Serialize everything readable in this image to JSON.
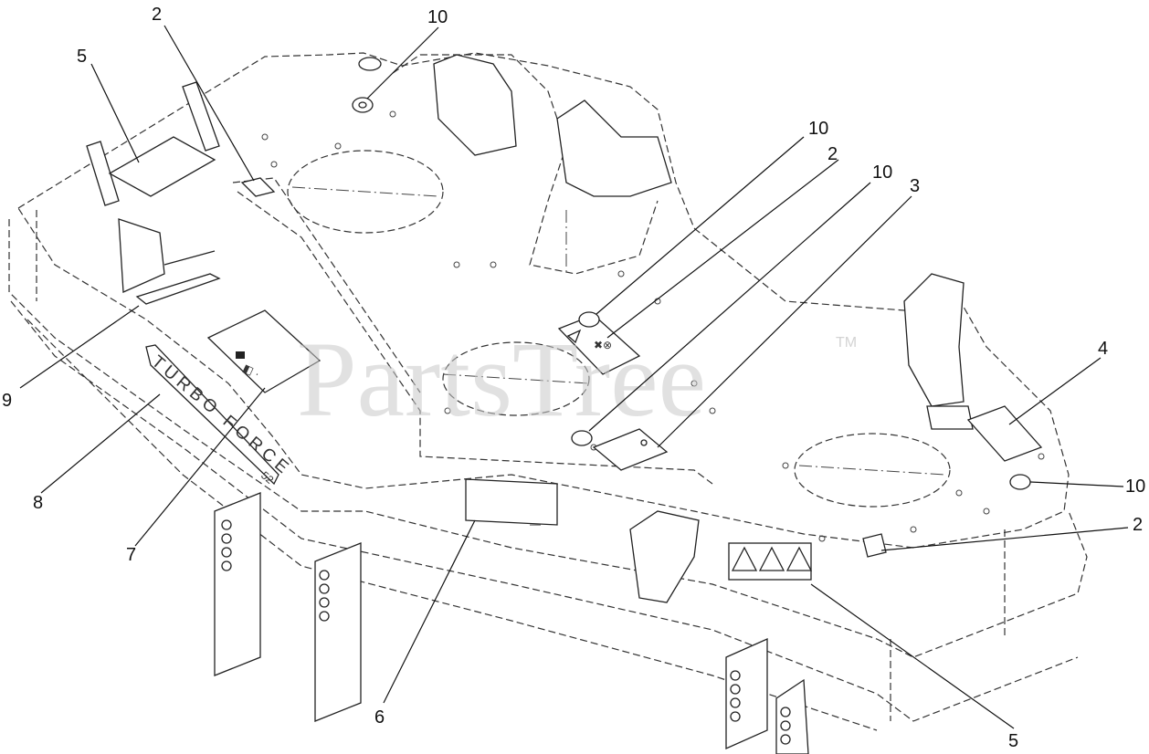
{
  "watermark": {
    "text": "PartsTree",
    "tm": "TM"
  },
  "deck_label": {
    "brand": "TURBO FORCE",
    "size": "52"
  },
  "callouts": [
    {
      "id": "c-2-top",
      "label": "2"
    },
    {
      "id": "c-10-top",
      "label": "10"
    },
    {
      "id": "c-5-left",
      "label": "5"
    },
    {
      "id": "c-10-mid-a",
      "label": "10"
    },
    {
      "id": "c-2-mid",
      "label": "2"
    },
    {
      "id": "c-10-mid-b",
      "label": "10"
    },
    {
      "id": "c-3",
      "label": "3"
    },
    {
      "id": "c-4",
      "label": "4"
    },
    {
      "id": "c-9",
      "label": "9"
    },
    {
      "id": "c-8",
      "label": "8"
    },
    {
      "id": "c-7",
      "label": "7"
    },
    {
      "id": "c-10-right",
      "label": "10"
    },
    {
      "id": "c-2-right",
      "label": "2"
    },
    {
      "id": "c-6",
      "label": "6"
    },
    {
      "id": "c-5-bottom",
      "label": "5"
    }
  ]
}
